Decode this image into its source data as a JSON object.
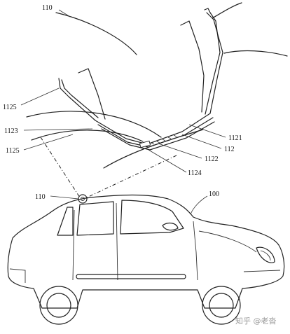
{
  "labels": {
    "l110_top": "110",
    "l1125_upper": "1125",
    "l1123": "1123",
    "l1125_lower": "1125",
    "l1121": "1121",
    "l112": "112",
    "l1122": "1122",
    "l1124": "1124",
    "l110_car": "110",
    "l100": "100"
  },
  "watermark": "知乎 @老沓"
}
